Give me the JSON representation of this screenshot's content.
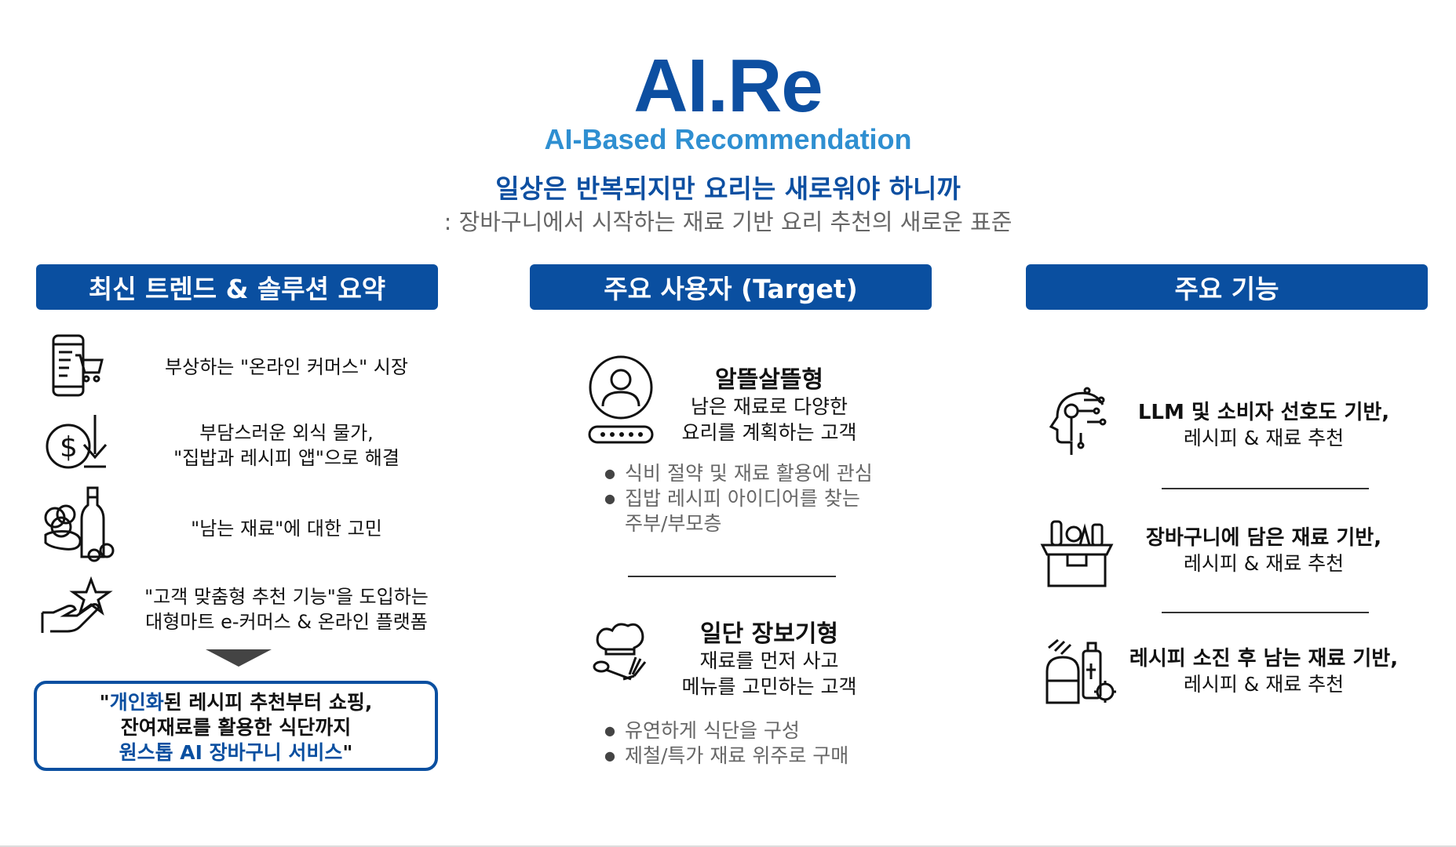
{
  "header": {
    "logo": "AI.Re",
    "subtitle": "AI-Based Recommendation",
    "tagline": "일상은 반복되지만 요리는 새로워야 하니까",
    "tagline_sub": ": 장바구니에서 시작하는 재료 기반 요리 추천의 새로운 표준"
  },
  "columns": {
    "trends": {
      "title": "최신 트렌드 & 솔루션 요약",
      "items": [
        {
          "icon": "mobile-shopping-icon",
          "text": "부상하는 \"온라인 커머스\" 시장"
        },
        {
          "icon": "dollar-down-icon",
          "line1": "부담스러운 외식 물가,",
          "line2": "\"집밥과 레시피 앱\"으로 해결"
        },
        {
          "icon": "leftover-food-icon",
          "text": "\"남는 재료\"에 대한 고민"
        },
        {
          "icon": "hand-star-icon",
          "line1": "\"고객 맞춤형 추천 기능\"을 도입하는",
          "line2": "대형마트 e-커머스 & 온라인 플랫폼"
        }
      ],
      "summary": {
        "l1_a": "\"",
        "l1_b": "개인화",
        "l1_c": "된 레시피 추천부터 쇼핑,",
        "l2": "잔여재료를 활용한 식단까지",
        "l3": "원스톱 AI 장바구니 서비스",
        "l3_end": "\""
      }
    },
    "target": {
      "title": "주요 사용자 (Target)",
      "personas": [
        {
          "icon": "user-password-icon",
          "name": "알뜰살뜰형",
          "desc1": "남은 재료로 다양한",
          "desc2": "요리를 계획하는 고객",
          "bullets": [
            "식비 절약 및 재료 활용에 관심",
            "집밥 레시피 아이디어를 찾는",
            "주부/부모층"
          ]
        },
        {
          "icon": "chef-hat-icon",
          "name": "일단 장보기형",
          "desc1": "재료를 먼저 사고",
          "desc2": "메뉴를 고민하는 고객",
          "bullets": [
            "유연하게 식단을 구성",
            "제철/특가 재료 위주로 구매"
          ]
        }
      ]
    },
    "features": {
      "title": "주요 기능",
      "items": [
        {
          "icon": "ai-head-icon",
          "title": "LLM 및 소비자 선호도 기반,",
          "sub": "레시피 & 재료 추천"
        },
        {
          "icon": "grocery-box-icon",
          "title": "장바구니에 담은 재료 기반,",
          "sub": "레시피 & 재료 추천"
        },
        {
          "icon": "pantry-ingredients-icon",
          "title": "레시피 소진 후 남는 재료 기반,",
          "sub": "레시피 & 재료 추천"
        }
      ]
    }
  },
  "colors": {
    "brand_blue": "#0a4fa0",
    "light_blue": "#2f8fd1",
    "gray_text": "#666666"
  }
}
